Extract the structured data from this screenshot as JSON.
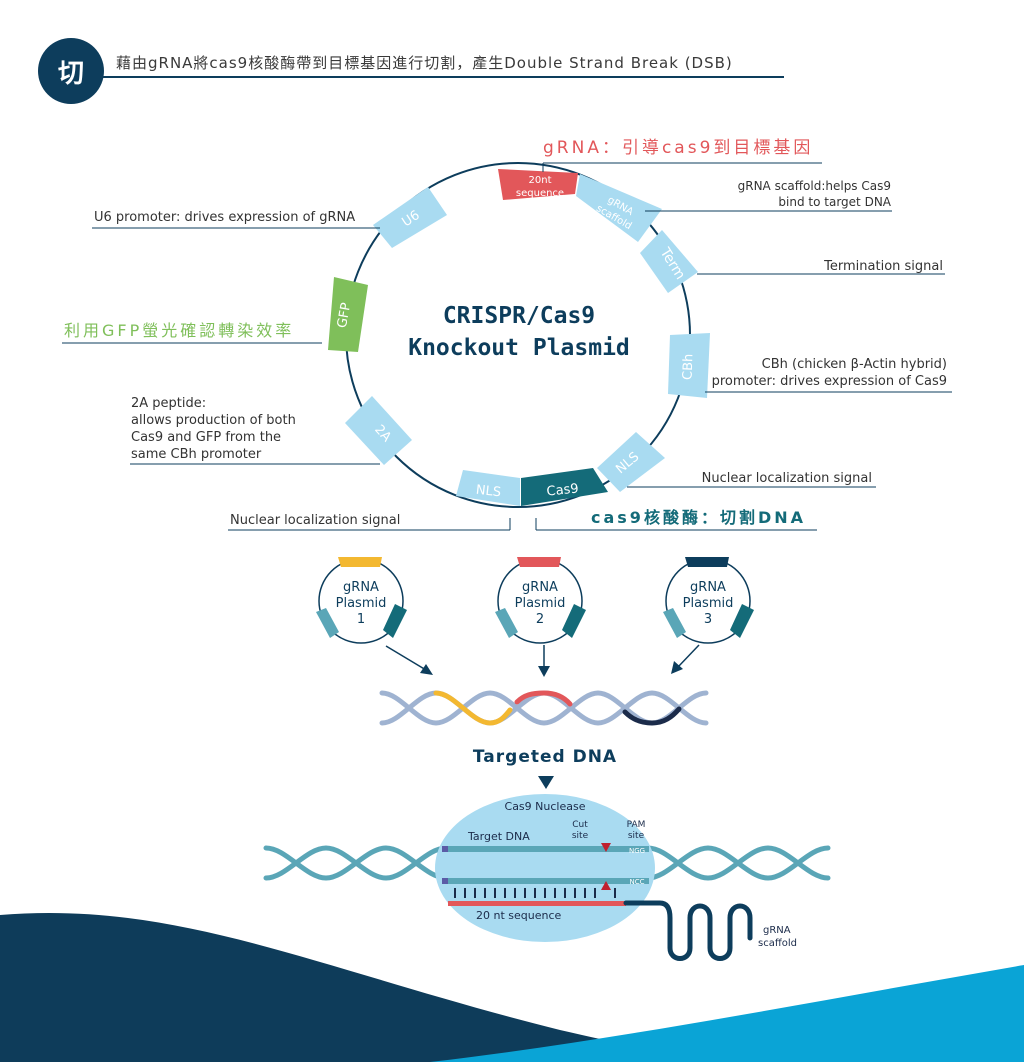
{
  "header": {
    "badge": "切",
    "title": "藉由gRNA將cas9核酸酶帶到目標基因進行切割，產生Double Strand Break (DSB)"
  },
  "plasmid": {
    "title_line1": "CRISPR/Cas9",
    "title_line2": "Knockout Plasmid",
    "segments": {
      "nt20_line1": "20nt",
      "nt20_line2": "sequence",
      "scaffold_line1": "gRNA",
      "scaffold_line2": "scaffold",
      "term": "Term",
      "cbh": "CBh",
      "nls_right": "NLS",
      "cas9": "Cas9",
      "nls_left": "NLS",
      "p2a": "2A",
      "gfp": "GFP",
      "u6": "U6"
    },
    "annotations": {
      "grna_title": "gRNA：引導cas9到目標基因",
      "scaffold_1": "gRNA scaffold:helps Cas9",
      "scaffold_2": "bind to target DNA",
      "u6": "U6 promoter: drives expression of gRNA",
      "termination": "Termination signal",
      "gfp_title": "利用GFP螢光確認轉染效率",
      "cbh_1": "CBh (chicken β-Actin hybrid)",
      "cbh_2": "promoter: drives expression of Cas9",
      "p2a_1": "2A peptide:",
      "p2a_2": "allows production of both",
      "p2a_3": "Cas9 and GFP from the",
      "p2a_4": "same CBh promoter",
      "nls_right": "Nuclear localization signal",
      "nls_left": "Nuclear localization signal",
      "cas9_title": "cas9核酸酶：切割DNA"
    }
  },
  "grna_plasmids": [
    {
      "line1": "gRNA",
      "line2": "Plasmid",
      "line3": "1"
    },
    {
      "line1": "gRNA",
      "line2": "Plasmid",
      "line3": "2"
    },
    {
      "line1": "gRNA",
      "line2": "Plasmid",
      "line3": "3"
    }
  ],
  "targeted_dna": "Targeted DNA",
  "mechanism": {
    "nuclease": "Cas9 Nuclease",
    "target_dna": "Target DNA",
    "cut_1": "Cut",
    "cut_2": "site",
    "pam_1": "PAM",
    "pam_2": "site",
    "ngg": "NGG",
    "ncc": "NCC",
    "seq": "20 nt sequence",
    "scaffold_1": "gRNA",
    "scaffold_2": "scaffold"
  },
  "colors": {
    "navy": "#0d3d5c",
    "light_blue": "#a9dbf1",
    "red": "#e2575a",
    "green": "#7fbf5a",
    "teal_dark": "#146b79",
    "yellow": "#f3b831",
    "helix": "#9fb3d1",
    "wave_dark": "#0e3c5a",
    "wave_light": "#0aa4d6"
  }
}
